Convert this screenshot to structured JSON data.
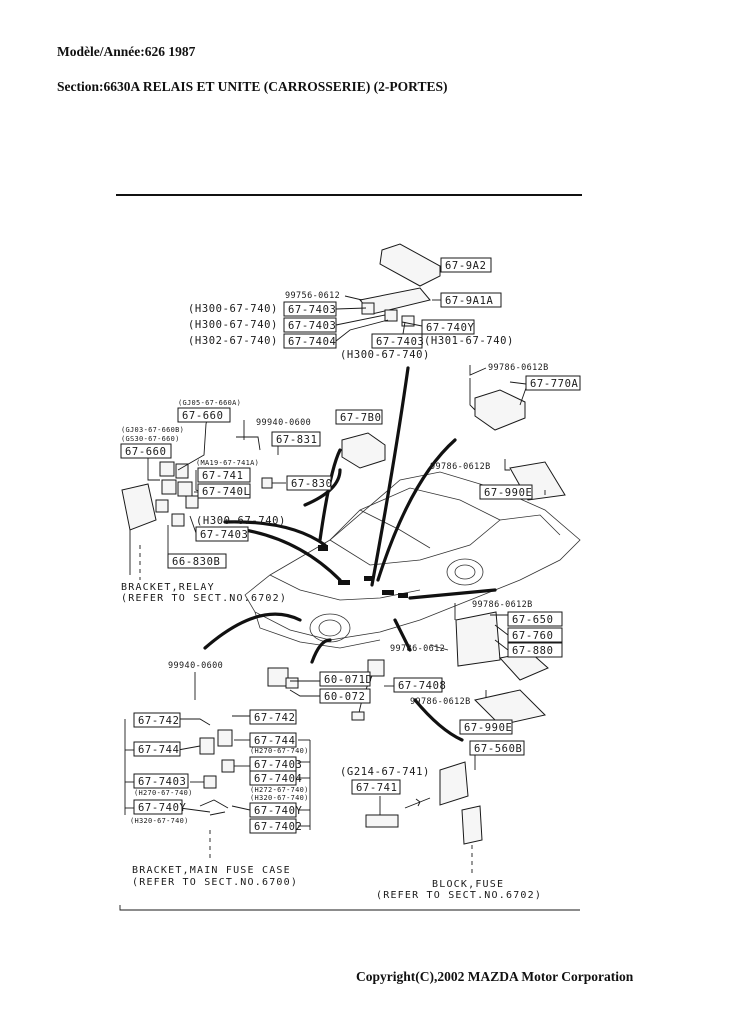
{
  "header": {
    "model_year": "Modèle/Année:626 1987",
    "section": "Section:6630A  RELAIS ET UNITE (CARROSSERIE) (2-PORTES)"
  },
  "copyright": "Copyright(C),2002 MAZDA Motor Corporation",
  "diagram": {
    "part_numbers": {
      "p_67_9a2": "67-9A2",
      "p_67_9a1a": "67-9A1A",
      "p_67_740y_top": "67-740Y",
      "p_67_7403_top": "67-7403",
      "p_67_7403_a": "67-7403",
      "p_67_7403_b": "67-7403",
      "p_67_7404_top": "67-7404",
      "p_67_770a": "67-770A",
      "p_67_660_a": "67-660",
      "p_67_660_b": "67-660",
      "p_67_7b0": "67-7B0",
      "p_67_831": "67-831",
      "p_67_741_mid": "67-741",
      "p_67_740l": "67-740L",
      "p_67_830": "67-830",
      "p_67_7403_mid": "67-7403",
      "p_66_830b": "66-830B",
      "p_67_990e_top": "67-990E",
      "p_67_650": "67-650",
      "p_67_760": "67-760",
      "p_67_880": "67-880",
      "p_60_071d": "60-071D",
      "p_60_072": "60-072",
      "p_67_7408": "67-7408",
      "p_67_990e_bot": "67-990E",
      "p_67_560b": "67-560B",
      "p_67_742_a": "67-742",
      "p_67_742_b": "67-742",
      "p_67_744_a": "67-744",
      "p_67_744_b": "67-744",
      "p_67_7403_l": "67-7403",
      "p_67_7403_r": "67-7403",
      "p_67_7404_r": "67-7404",
      "p_67_740y_l": "67-740Y",
      "p_67_740y_r": "67-740Y",
      "p_67_7402": "67-7402",
      "p_67_741_bot": "67-741"
    },
    "refs": {
      "r_99756": "99756-0612",
      "r_h300_a": "(H300-67-740)",
      "r_h300_b": "(H300-67-740)",
      "r_h302": "(H302-67-740)",
      "r_h301": "(H301-67-740)",
      "r_h300_c": "(H300-67-740)",
      "r_99786_a": "99786-0612B",
      "r_99786_b": "99786-0612B",
      "r_99786_c": "99786-0612B",
      "r_99786_d": "99786-0612",
      "r_99786_e": "99786-0612B",
      "r_gj05": "(GJ05-67-660A)",
      "r_gj03": "(GJ03-67-660B)",
      "r_gs30": "(GS30-67-660)",
      "r_99940_a": "99940-0600",
      "r_ma19": "(MA19-67-741A)",
      "r_h300_d": "(H300-67-740)",
      "r_99940_b": "99940-0600",
      "r_h270_a": "(H270-67-740)",
      "r_h270_b": "(H270-67-740)",
      "r_h272": "(H272-67-740)",
      "r_h320_a": "(H320-67-740)",
      "r_h320_b": "(H320-67-740)",
      "r_g214": "(G214-67-741)"
    },
    "notes": {
      "bracket_relay_1": "BRACKET,RELAY",
      "bracket_relay_2": "(REFER TO SECT.NO.6702)",
      "bracket_fuse_1": "BRACKET,MAIN FUSE CASE",
      "bracket_fuse_2": "(REFER TO SECT.NO.6700)",
      "block_fuse_1": "BLOCK,FUSE",
      "block_fuse_2": "(REFER TO SECT.NO.6702)"
    }
  }
}
